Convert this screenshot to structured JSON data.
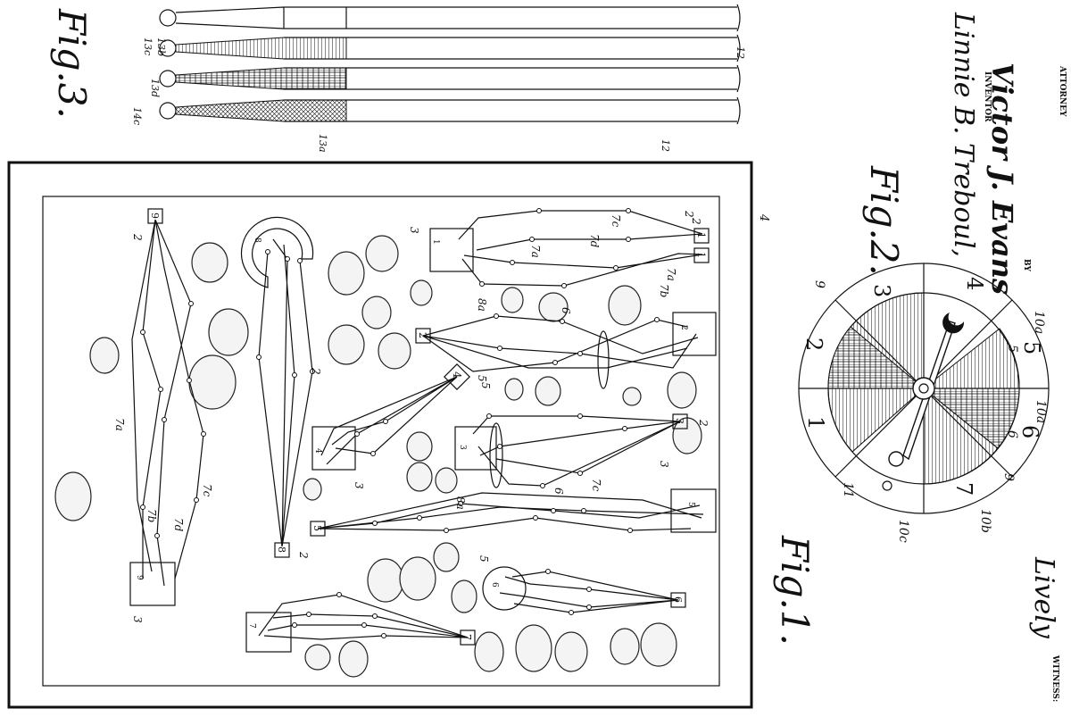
{
  "figures": {
    "fig1": "Fig.1.",
    "fig2": "Fig.2.",
    "fig3": "Fig.3."
  },
  "signature": {
    "inventor_name": "Linnie B. Treboul,",
    "inventor_label": "INVENTOR",
    "by": "BY",
    "attorney_name": "Victor J. Evans",
    "attorney_label": "ATTORNEY",
    "witness_label": "WITNESS:",
    "witness_name": "Lively"
  },
  "board": {
    "ref": "4",
    "hole_numbers": [
      "1",
      "2",
      "3",
      "4",
      "5",
      "6",
      "7",
      "8",
      "9"
    ],
    "tee_numbers": [
      "1",
      "1",
      "2",
      "3",
      "4",
      "5",
      "6",
      "7",
      "8",
      "9"
    ],
    "ref_labels": [
      "2",
      "3",
      "5",
      "6",
      "7a",
      "7b",
      "7c",
      "7d",
      "8a",
      "2",
      "3",
      "5",
      "6",
      "7a",
      "7c",
      "8a",
      "7a",
      "7b",
      "7c",
      "7d",
      "3",
      "2",
      "2",
      "2",
      "3",
      "5",
      "2"
    ]
  },
  "spinner": {
    "sector_numbers": [
      "1",
      "2",
      "3",
      "4",
      "5",
      "6",
      "7"
    ],
    "ref_labels": [
      "9",
      "10a",
      "10a",
      "10b",
      "10c",
      "11",
      "9",
      "6",
      "5"
    ]
  },
  "cards": {
    "ref_labels": [
      "13b",
      "13c",
      "13d",
      "14c",
      "13a",
      "12",
      "12"
    ]
  }
}
